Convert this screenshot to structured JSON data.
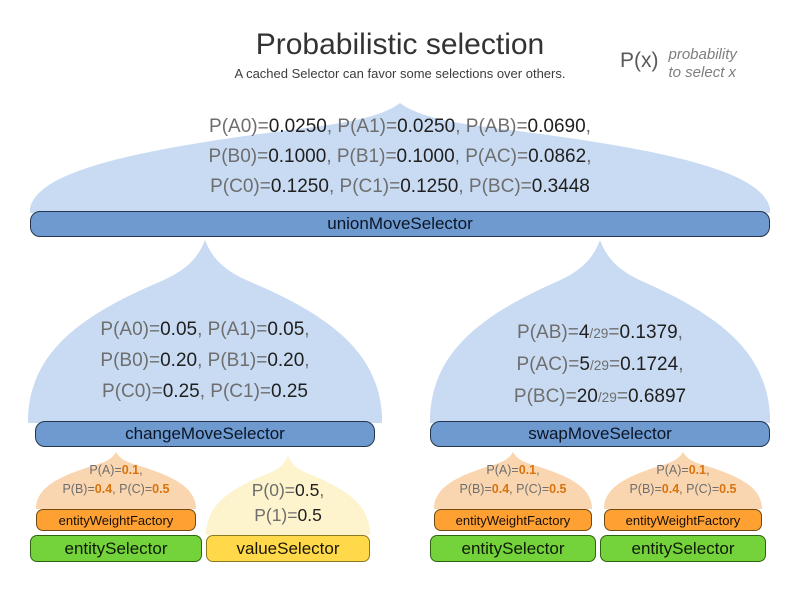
{
  "title": "Probabilistic selection",
  "subtitle": "A cached Selector can favor some selections over others.",
  "legend": {
    "symbol": "P(x)",
    "desc_line1": "probability",
    "desc_line2": "to select x"
  },
  "colors": {
    "dome_blue": "#c9dbf2",
    "dome_orange": "#f9d6b0",
    "dome_yellow": "#fdf3cd",
    "bar_blue": "#6e9ad0",
    "bar_orange": "#ffa033",
    "bar_green": "#74d23a",
    "bar_yellow": "#ffd94a",
    "value_highlight_orange": "#d9730d"
  },
  "union": {
    "bar_label": "unionMoveSelector",
    "lines": [
      [
        {
          "t": "P(A0)=",
          "c": "gray"
        },
        {
          "t": "0.0250",
          "c": "black"
        },
        {
          "t": ", ",
          "c": "gray"
        },
        {
          "t": "P(A1)=",
          "c": "gray"
        },
        {
          "t": "0.0250",
          "c": "black"
        },
        {
          "t": ", ",
          "c": "gray"
        },
        {
          "t": "P(AB)=",
          "c": "gray"
        },
        {
          "t": "0.0690",
          "c": "black"
        },
        {
          "t": ",",
          "c": "gray"
        }
      ],
      [
        {
          "t": "P(B0)=",
          "c": "gray"
        },
        {
          "t": "0.1000",
          "c": "black"
        },
        {
          "t": ", ",
          "c": "gray"
        },
        {
          "t": "P(B1)=",
          "c": "gray"
        },
        {
          "t": "0.1000",
          "c": "black"
        },
        {
          "t": ", ",
          "c": "gray"
        },
        {
          "t": "P(AC)=",
          "c": "gray"
        },
        {
          "t": "0.0862",
          "c": "black"
        },
        {
          "t": ",",
          "c": "gray"
        }
      ],
      [
        {
          "t": "P(C0)=",
          "c": "gray"
        },
        {
          "t": "0.1250",
          "c": "black"
        },
        {
          "t": ", ",
          "c": "gray"
        },
        {
          "t": "P(C1)=",
          "c": "gray"
        },
        {
          "t": "0.1250",
          "c": "black"
        },
        {
          "t": ", ",
          "c": "gray"
        },
        {
          "t": "P(BC)=",
          "c": "gray"
        },
        {
          "t": "0.3448",
          "c": "black"
        }
      ]
    ]
  },
  "change": {
    "bar_label": "changeMoveSelector",
    "lines": [
      [
        {
          "t": "P(A0)=",
          "c": "gray"
        },
        {
          "t": "0.05",
          "c": "black"
        },
        {
          "t": ", ",
          "c": "gray"
        },
        {
          "t": "P(A1)=",
          "c": "gray"
        },
        {
          "t": "0.05",
          "c": "black"
        },
        {
          "t": ",",
          "c": "gray"
        }
      ],
      [
        {
          "t": "P(B0)=",
          "c": "gray"
        },
        {
          "t": "0.20",
          "c": "black"
        },
        {
          "t": ", ",
          "c": "gray"
        },
        {
          "t": "P(B1)=",
          "c": "gray"
        },
        {
          "t": "0.20",
          "c": "black"
        },
        {
          "t": ",",
          "c": "gray"
        }
      ],
      [
        {
          "t": "P(C0)=",
          "c": "gray"
        },
        {
          "t": "0.25",
          "c": "black"
        },
        {
          "t": ", ",
          "c": "gray"
        },
        {
          "t": "P(C1)=",
          "c": "gray"
        },
        {
          "t": "0.25",
          "c": "black"
        }
      ]
    ]
  },
  "swap": {
    "bar_label": "swapMoveSelector",
    "lines": [
      [
        {
          "t": "P(AB)=",
          "c": "gray"
        },
        {
          "t": "4",
          "c": "black"
        },
        {
          "t": "/29",
          "c": "small"
        },
        {
          "t": "=",
          "c": "gray"
        },
        {
          "t": "0.1379",
          "c": "black"
        },
        {
          "t": ",",
          "c": "gray"
        }
      ],
      [
        {
          "t": "P(AC)=",
          "c": "gray"
        },
        {
          "t": "5",
          "c": "black"
        },
        {
          "t": "/29",
          "c": "small"
        },
        {
          "t": "=",
          "c": "gray"
        },
        {
          "t": "0.1724",
          "c": "black"
        },
        {
          "t": ",",
          "c": "gray"
        }
      ],
      [
        {
          "t": "P(BC)=",
          "c": "gray"
        },
        {
          "t": "20",
          "c": "black"
        },
        {
          "t": "/29",
          "c": "small"
        },
        {
          "t": "=",
          "c": "gray"
        },
        {
          "t": "0.6897",
          "c": "black"
        }
      ]
    ]
  },
  "entity_weight": {
    "bar_label": "entityWeightFactory",
    "lines": [
      [
        {
          "t": "P(A)=",
          "c": "gray"
        },
        {
          "t": "0.1",
          "c": "orange"
        },
        {
          "t": ",",
          "c": "gray"
        }
      ],
      [
        {
          "t": "P(B)=",
          "c": "gray"
        },
        {
          "t": "0.4",
          "c": "orange"
        },
        {
          "t": ", ",
          "c": "gray"
        },
        {
          "t": "P(C)=",
          "c": "gray"
        },
        {
          "t": "0.5",
          "c": "orange"
        }
      ]
    ]
  },
  "entity_selector_label": "entitySelector",
  "value_selector": {
    "bar_label": "valueSelector",
    "lines": [
      [
        {
          "t": "P(0)=",
          "c": "gray"
        },
        {
          "t": "0.5",
          "c": "black"
        },
        {
          "t": ",",
          "c": "gray"
        }
      ],
      [
        {
          "t": "P(1)=",
          "c": "gray"
        },
        {
          "t": "0.5",
          "c": "black"
        }
      ]
    ]
  }
}
